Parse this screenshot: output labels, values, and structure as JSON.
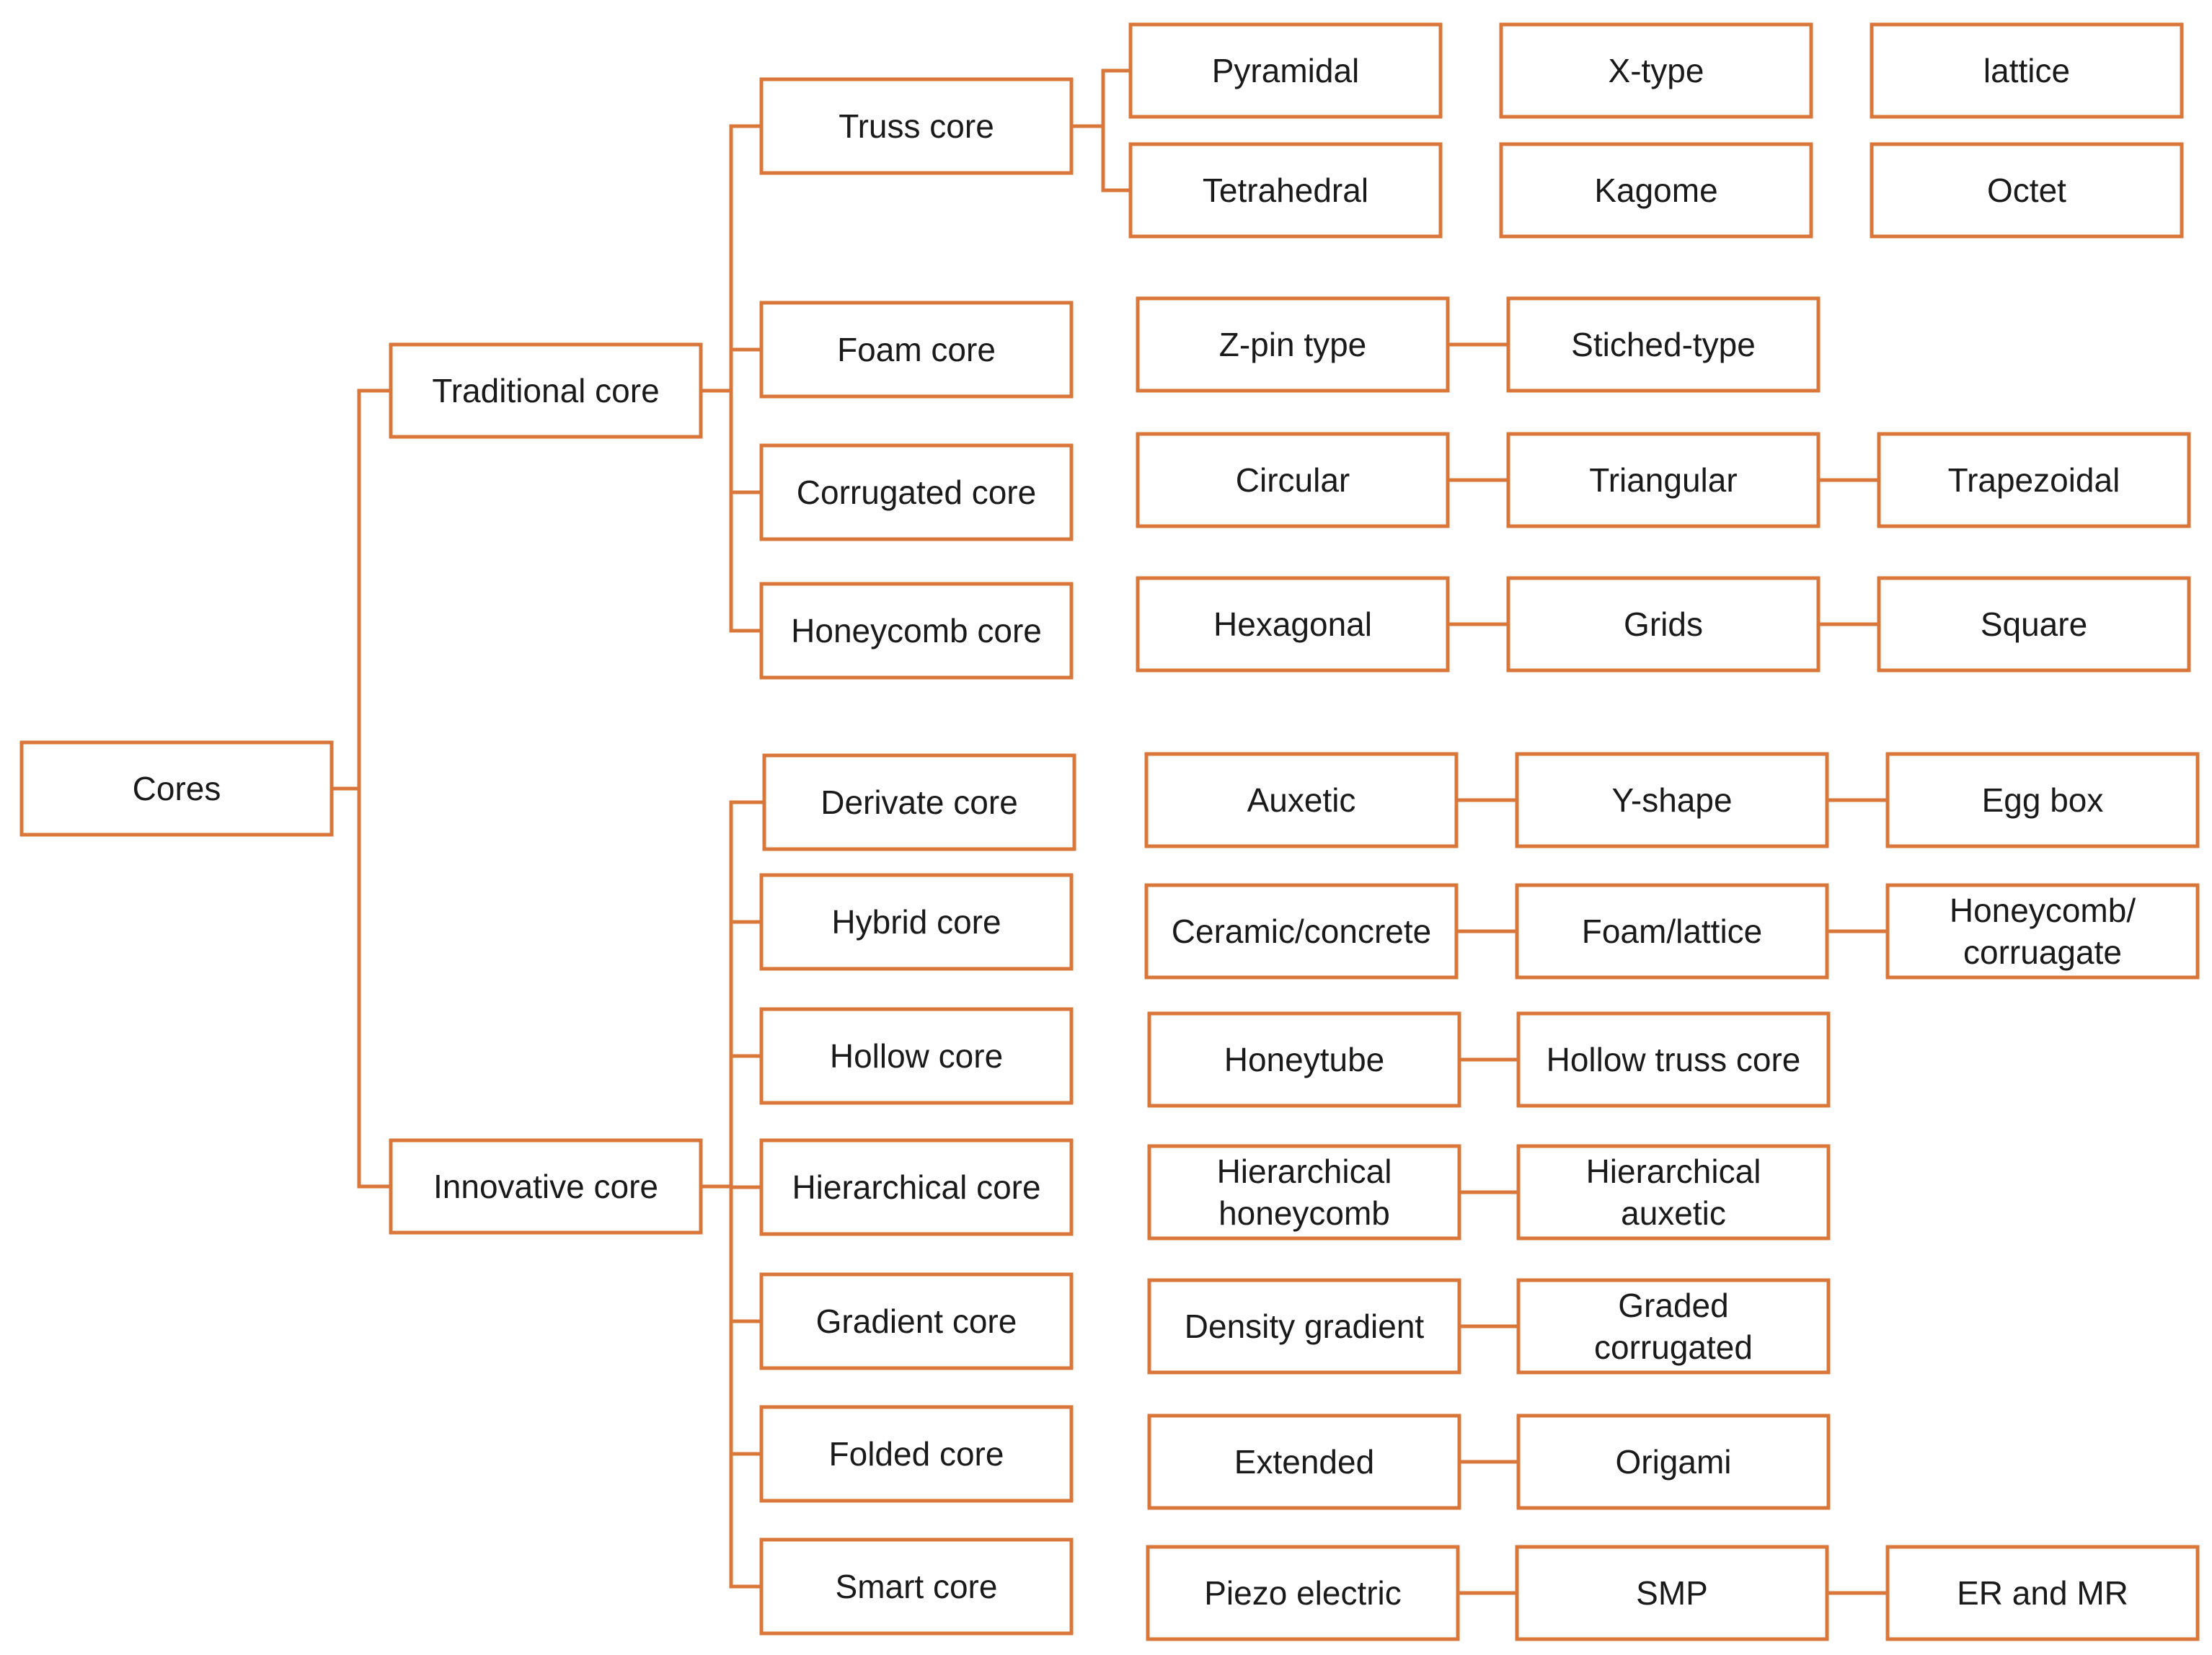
{
  "accent_color": "#D9773A",
  "root": {
    "label": "Cores"
  },
  "groups": [
    {
      "label": "Traditional core",
      "children": [
        {
          "label": "Truss core",
          "examples": [
            [
              "Pyramidal",
              "X-type",
              "lattice"
            ],
            [
              "Tetrahedral",
              "Kagome",
              "Octet"
            ]
          ]
        },
        {
          "label": "Foam core",
          "examples": [
            [
              "Z-pin type",
              "Stiched-type"
            ]
          ]
        },
        {
          "label": "Corrugated core",
          "examples": [
            [
              "Circular",
              "Triangular",
              "Trapezoidal"
            ]
          ]
        },
        {
          "label": "Honeycomb core",
          "examples": [
            [
              "Hexagonal",
              "Grids",
              "Square"
            ]
          ]
        }
      ]
    },
    {
      "label": "Innovative core",
      "children": [
        {
          "label": "Derivate core",
          "examples": [
            [
              "Auxetic",
              "Y-shape",
              "Egg box"
            ]
          ]
        },
        {
          "label": "Hybrid core",
          "examples": [
            [
              "Ceramic/concrete",
              "Foam/lattice",
              "Honeycomb/\ncorruagate"
            ]
          ]
        },
        {
          "label": "Hollow core",
          "examples": [
            [
              "Honeytube",
              "Hollow truss core"
            ]
          ]
        },
        {
          "label": "Hierarchical core",
          "examples": [
            [
              "Hierarchical\nhoneycomb",
              "Hierarchical\nauxetic"
            ]
          ]
        },
        {
          "label": "Gradient core",
          "examples": [
            [
              "Density gradient",
              "Graded\ncorrugated"
            ]
          ]
        },
        {
          "label": "Folded core",
          "examples": [
            [
              "Extended",
              "Origami"
            ]
          ]
        },
        {
          "label": "Smart core",
          "examples": [
            [
              "Piezo electric",
              "SMP",
              "ER and MR"
            ]
          ]
        }
      ]
    }
  ]
}
